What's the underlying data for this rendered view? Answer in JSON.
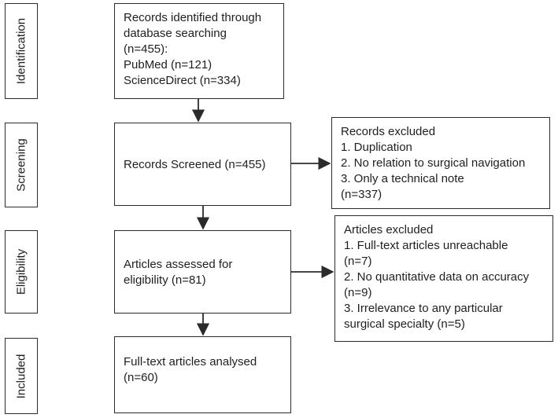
{
  "stages": {
    "identification": "Identification",
    "screening": "Screening",
    "eligibility": "Eligibility",
    "included": "Included"
  },
  "identified": {
    "lines": [
      "Records identified through",
      "database searching",
      "(n=455):",
      "PubMed (n=121)",
      "ScienceDirect (n=334)"
    ]
  },
  "screened": {
    "lines": [
      "Records Screened (n=455)"
    ]
  },
  "excluded_records": {
    "lines": [
      "Records excluded",
      "1. Duplication",
      "2. No relation to surgical navigation",
      "3. Only a technical note",
      "(n=337)"
    ]
  },
  "assessed": {
    "lines": [
      "Articles assessed for",
      "eligibility (n=81)"
    ]
  },
  "excluded_articles": {
    "lines": [
      "Articles excluded",
      "1. Full-text articles unreachable",
      "(n=7)",
      "2. No quantitative data on accuracy",
      "(n=9)",
      "3. Irrelevance to any particular",
      "surgical specialty (n=5)"
    ]
  },
  "included": {
    "lines": [
      "Full-text articles analysed",
      "(n=60)"
    ]
  }
}
